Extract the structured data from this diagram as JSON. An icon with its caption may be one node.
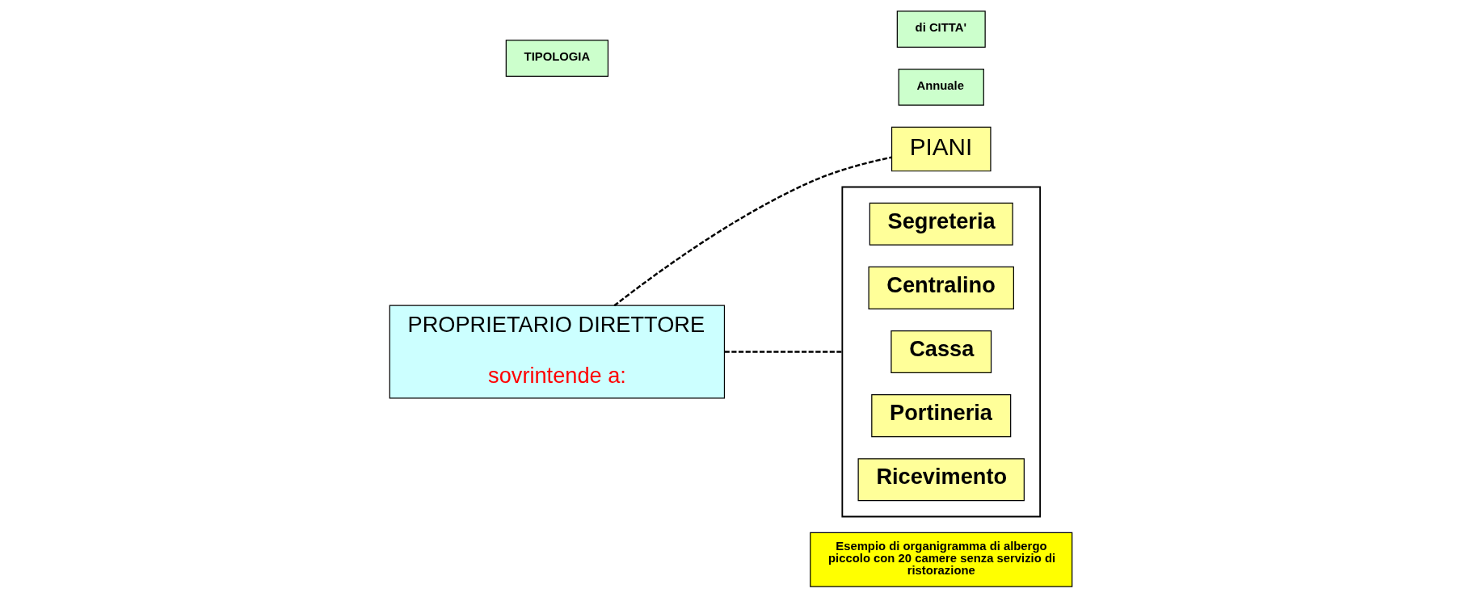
{
  "diagram": {
    "nodes": [
      {
        "text": [
          "PROPRIETARIO DIRETTORE",
          "sovrintende a:"
        ]
      },
      {
        "text": [
          "PIANI"
        ]
      },
      {
        "text": [],
        "shape": "box"
      },
      {
        "text": [
          "Ricevimento"
        ],
        "in": 2
      },
      {
        "text": [
          "Portineria"
        ],
        "in": 2
      },
      {
        "text": [
          "Cassa"
        ],
        "in": 2
      },
      {
        "text": [
          "Centralino"
        ],
        "in": 2
      },
      {
        "text": [
          "Segreteria"
        ],
        "in": 2
      },
      {
        "text": [
          "TIPOLOGIA"
        ]
      },
      {
        "text": [
          "di CITTA'"
        ]
      },
      {
        "text": [
          "Annuale"
        ]
      },
      {
        "text": [
          "Esempio di organigramma di albergo piccolo con 20 camere senza servizio di ristorazione"
        ]
      }
    ],
    "edges": [
      {
        "from": 0,
        "to": 1,
        "arrow": "none",
        "style": "dashed"
      },
      {
        "from": 0,
        "to": 2,
        "arrow": "none",
        "style": "dashed"
      }
    ]
  }
}
